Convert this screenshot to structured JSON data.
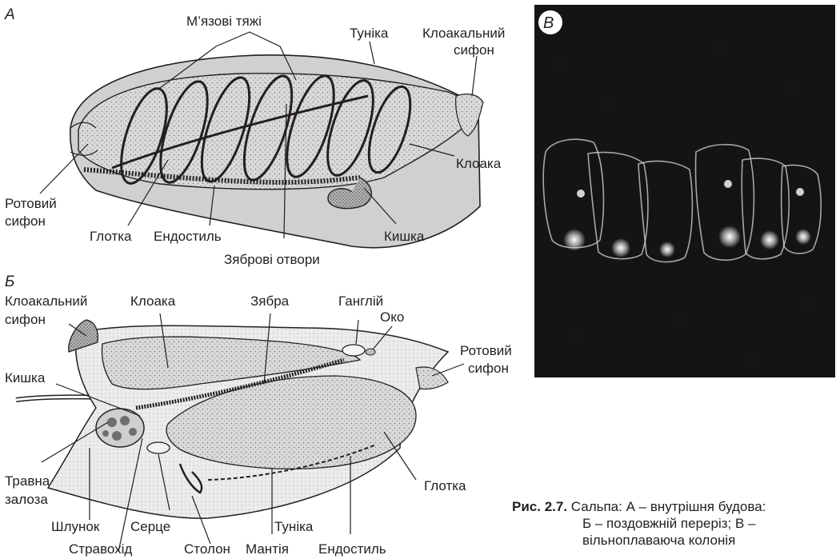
{
  "panels": {
    "a": {
      "letter": "А",
      "labels": {
        "muscle": "М’язові тяжі",
        "tunic": "Туніка",
        "cloacal_siphon_1": "Клоакальний",
        "cloacal_siphon_2": "сифон",
        "cloaca": "Клоака",
        "oral_siphon_1": "Ротовий",
        "oral_siphon_2": "сифон",
        "pharynx": "Глотка",
        "endostyle": "Ендостиль",
        "gill_slits": "Зяброві отвори",
        "intestine": "Кишка"
      }
    },
    "b": {
      "letter": "Б",
      "labels": {
        "cloacal_siphon_1": "Клоакальний",
        "cloacal_siphon_2": "сифон",
        "cloaca": "Клоака",
        "gill": "Зябра",
        "ganglion": "Ганглій",
        "eye": "Око",
        "oral_siphon_1": "Ротовий",
        "oral_siphon_2": "сифон",
        "intestine": "Кишка",
        "digestive_gland_1": "Травна",
        "digestive_gland_2": "залоза",
        "pharynx": "Глотка",
        "stomach": "Шлунок",
        "heart": "Серце",
        "tunic": "Туніка",
        "esophagus": "Стравохід",
        "stolon": "Столон",
        "mantle": "Мантія",
        "endostyle": "Ендостиль"
      }
    },
    "c": {
      "letter": "В"
    }
  },
  "caption": {
    "head": "Рис. 2.7.",
    "line1": " Сальпа: А – внутрішня будова:",
    "line2": "Б – поздовжній переріз; В –",
    "line3": "вільноплаваюча колонія"
  }
}
